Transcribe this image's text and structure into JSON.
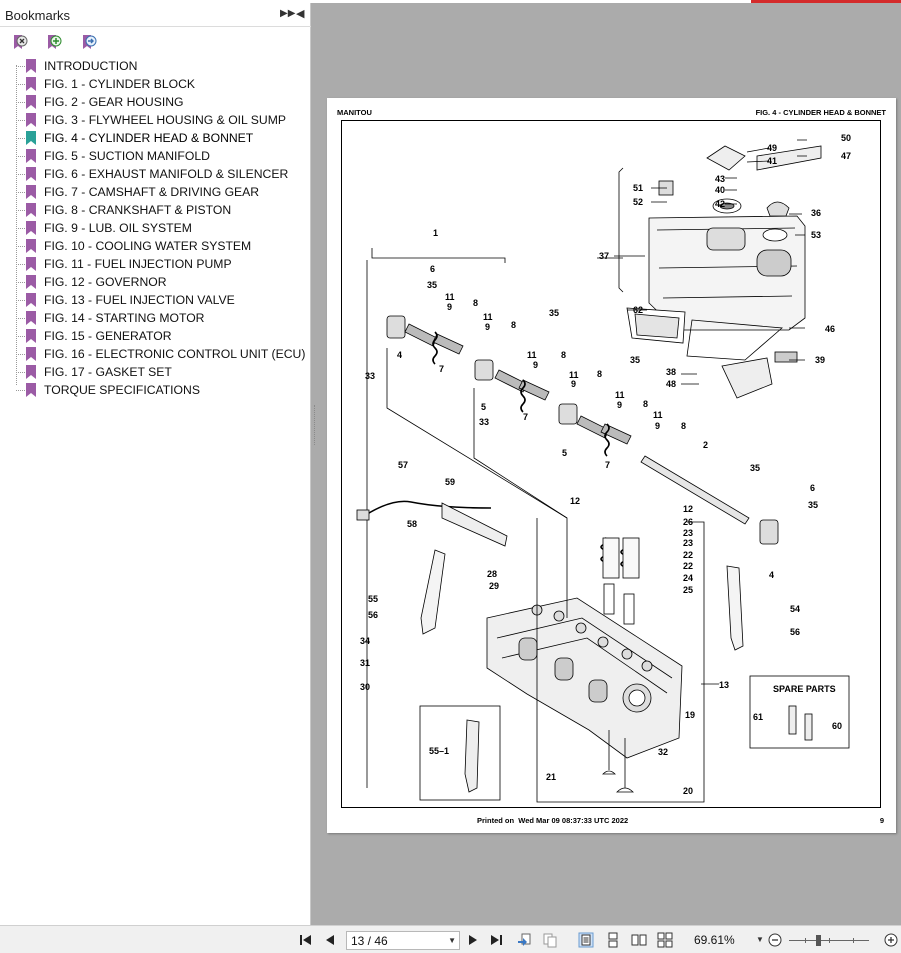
{
  "bookmarks_panel": {
    "title": "Bookmarks",
    "items": [
      {
        "label": "INTRODUCTION",
        "selected": false
      },
      {
        "label": "FIG. 1 - CYLINDER BLOCK",
        "selected": false
      },
      {
        "label": "FIG. 2 - GEAR HOUSING",
        "selected": false
      },
      {
        "label": "FIG. 3 - FLYWHEEL HOUSING & OIL SUMP",
        "selected": false
      },
      {
        "label": "FIG. 4 - CYLINDER HEAD & BONNET",
        "selected": true
      },
      {
        "label": "FIG. 5 - SUCTION MANIFOLD",
        "selected": false
      },
      {
        "label": "FIG. 6 - EXHAUST MANIFOLD & SILENCER",
        "selected": false
      },
      {
        "label": "FIG. 7 - CAMSHAFT & DRIVING GEAR",
        "selected": false
      },
      {
        "label": "FIG. 8 - CRANKSHAFT & PISTON",
        "selected": false
      },
      {
        "label": "FIG. 9 - LUB. OIL SYSTEM",
        "selected": false
      },
      {
        "label": "FIG. 10 - COOLING WATER SYSTEM",
        "selected": false
      },
      {
        "label": "FIG. 11 - FUEL INJECTION PUMP",
        "selected": false
      },
      {
        "label": "FIG. 12 - GOVERNOR",
        "selected": false
      },
      {
        "label": "FIG. 13 - FUEL INJECTION VALVE",
        "selected": false
      },
      {
        "label": "FIG. 14 - STARTING MOTOR",
        "selected": false
      },
      {
        "label": "FIG. 15 - GENERATOR",
        "selected": false
      },
      {
        "label": "FIG. 16 - ELECTRONIC CONTROL UNIT (ECU)",
        "selected": false
      },
      {
        "label": "FIG. 17 - GASKET SET",
        "selected": false
      },
      {
        "label": "TORQUE SPECIFICATIONS",
        "selected": false
      }
    ]
  },
  "document": {
    "brand": "MANITOU",
    "figure_title": "FIG. 4 - CYLINDER HEAD & BONNET",
    "printed_prefix": "Printed on",
    "printed_date": "Wed Mar 09 08:37:33 UTC 2022",
    "page_number": "9",
    "spare_parts_label": "SPARE PARTS"
  },
  "statusbar": {
    "page_field": "13 / 46",
    "zoom": "69.61%"
  },
  "colors": {
    "ribbon": "#9b5ba5",
    "ribbon_selected": "#2aa198",
    "canvas_bg": "#ababab"
  }
}
